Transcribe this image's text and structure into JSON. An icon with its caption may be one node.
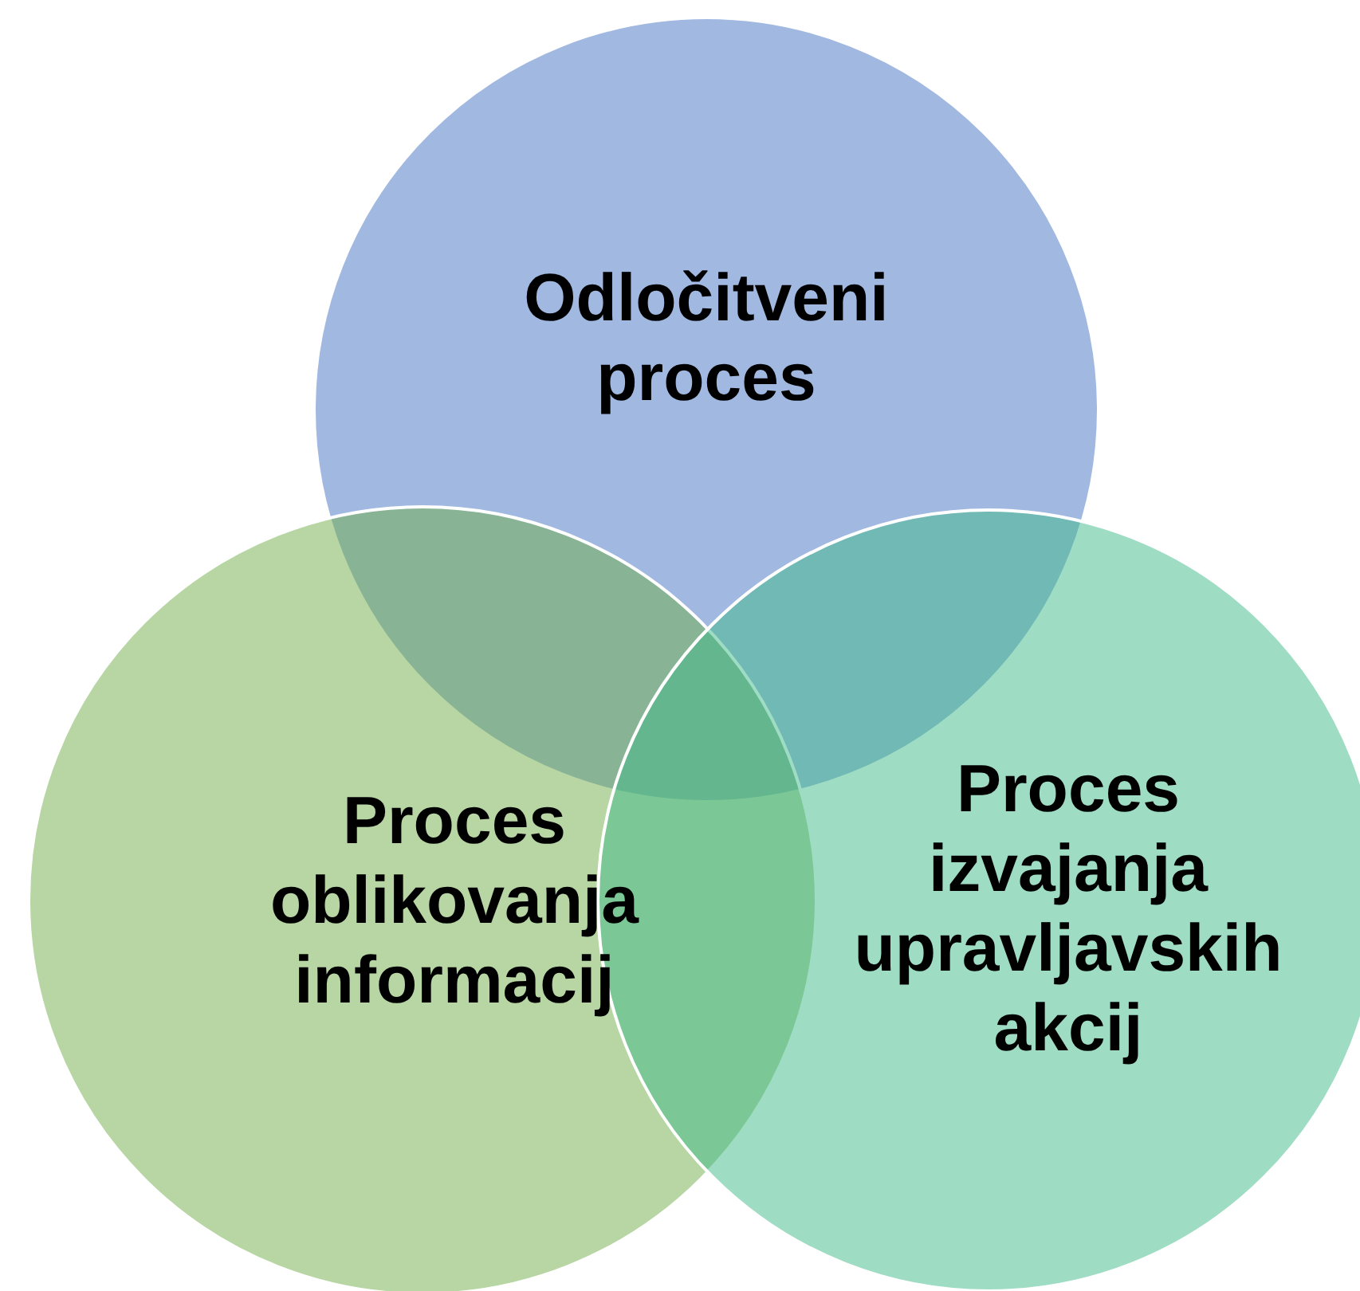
{
  "diagram": {
    "nodes": [
      {
        "text": [
          "Odločitveni proces"
        ]
      },
      {
        "text": [
          "Proces oblikovanja informacij"
        ]
      },
      {
        "text": [
          "Proces izvajanja upravljavskih akcij"
        ]
      }
    ]
  }
}
